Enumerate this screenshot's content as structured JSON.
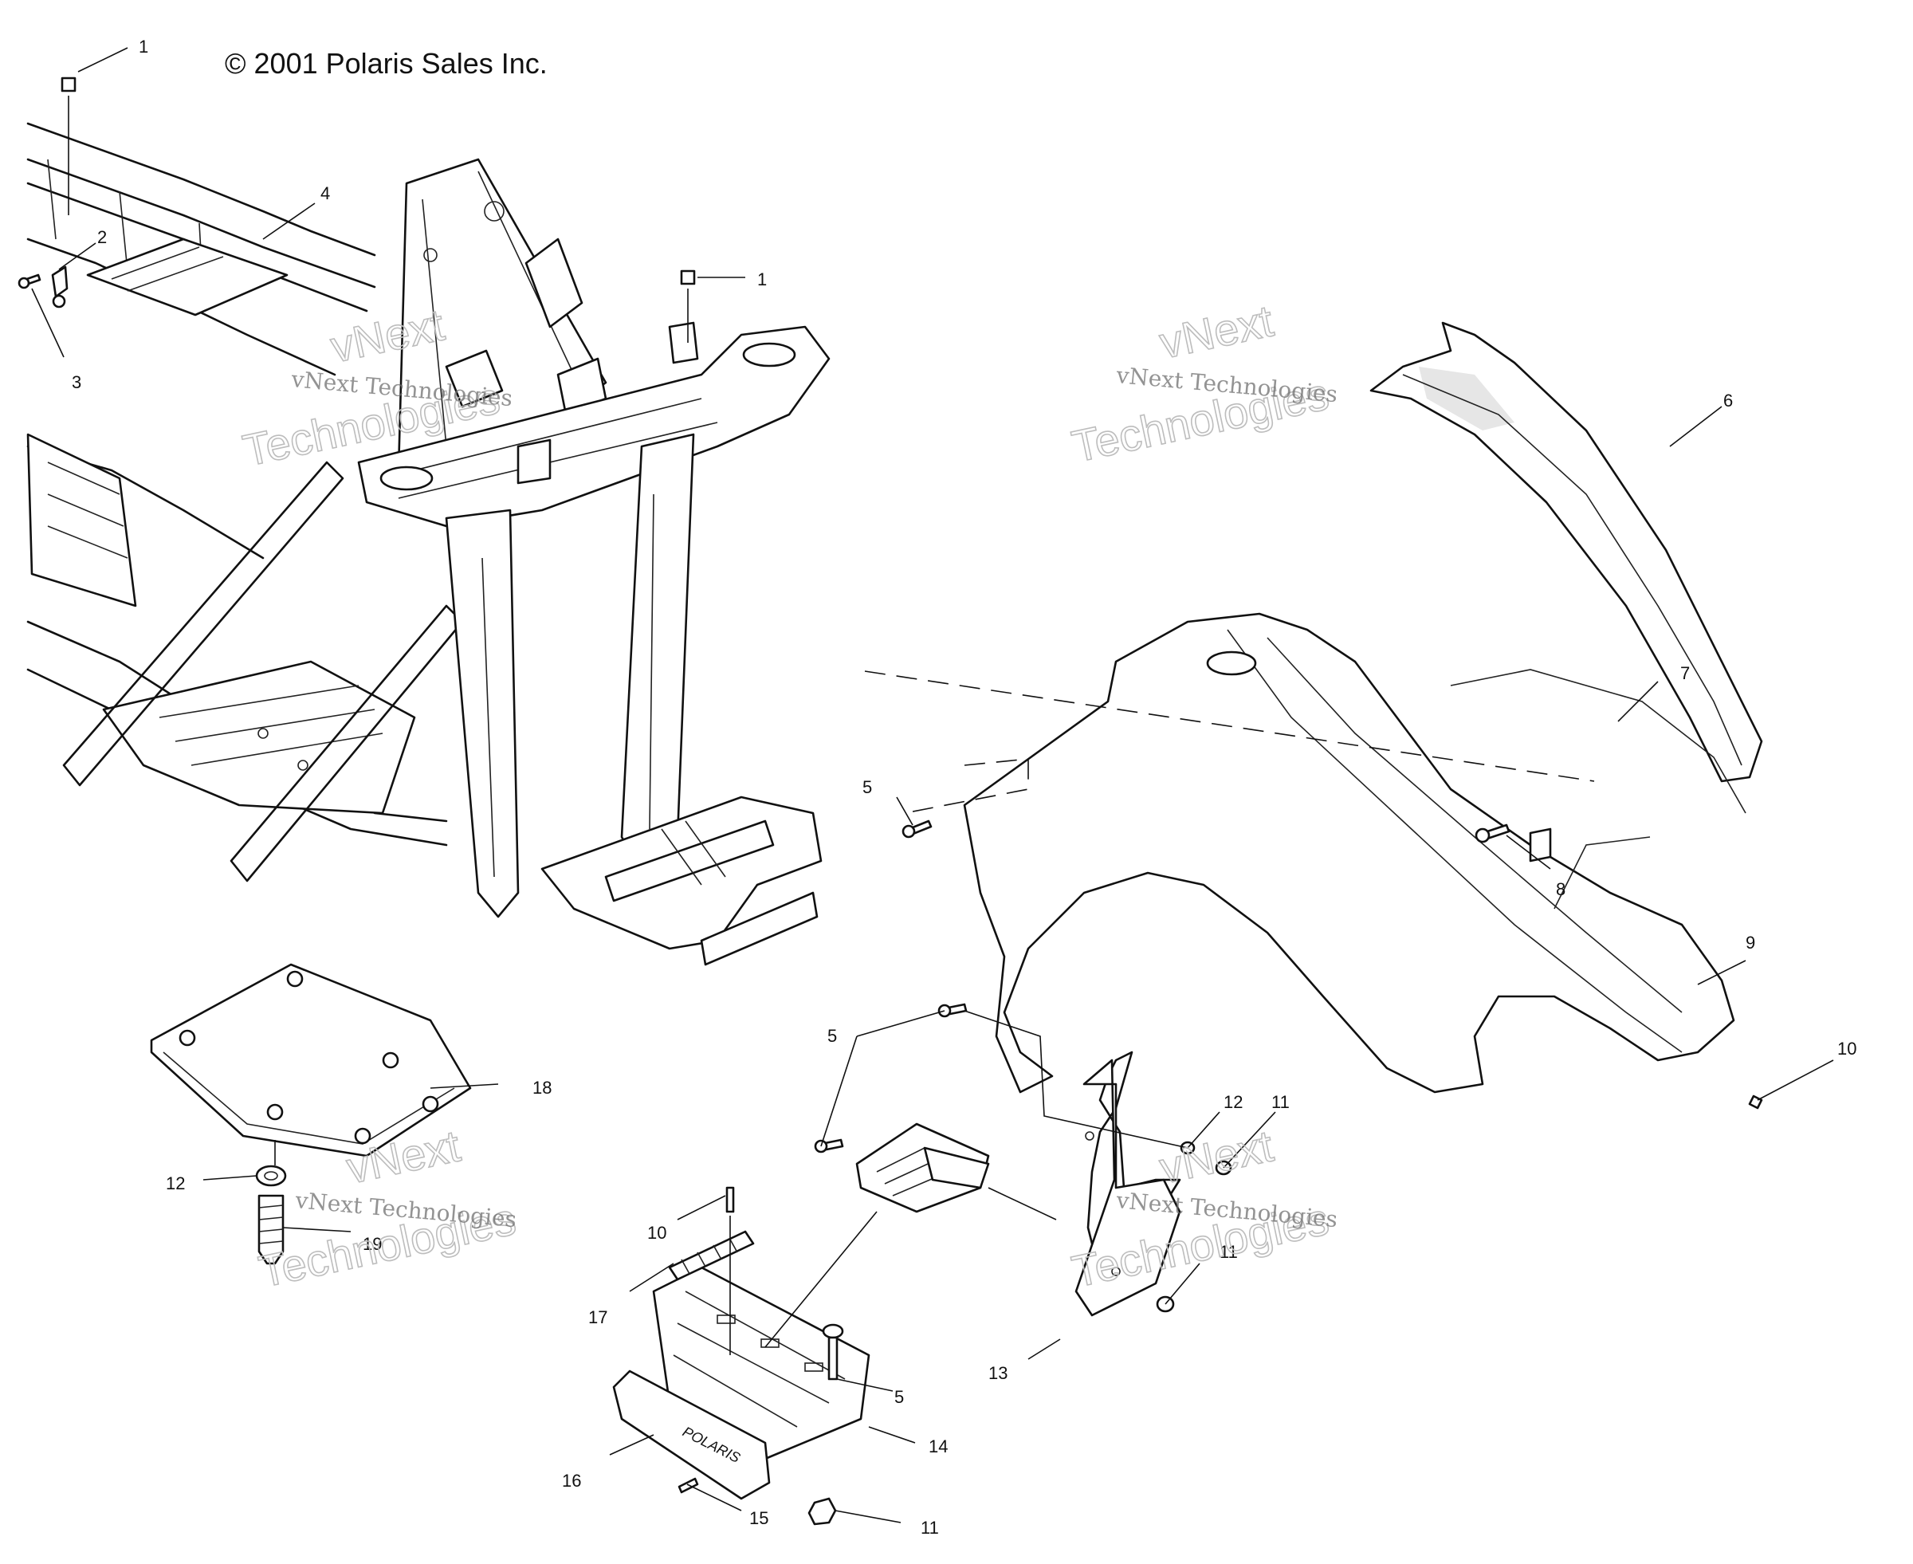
{
  "copyright": "© 2001 Polaris Sales Inc.",
  "watermark": {
    "brand_top": "vNext",
    "brand_line": "vNext Technologies",
    "brand_big": "Technologies"
  },
  "callouts": [
    {
      "id": "c1a",
      "label": "1"
    },
    {
      "id": "c1b",
      "label": "1"
    },
    {
      "id": "c2",
      "label": "2"
    },
    {
      "id": "c3",
      "label": "3"
    },
    {
      "id": "c4",
      "label": "4"
    },
    {
      "id": "c5a",
      "label": "5"
    },
    {
      "id": "c5b",
      "label": "5"
    },
    {
      "id": "c5c",
      "label": "5"
    },
    {
      "id": "c6",
      "label": "6"
    },
    {
      "id": "c7",
      "label": "7"
    },
    {
      "id": "c8",
      "label": "8"
    },
    {
      "id": "c9",
      "label": "9"
    },
    {
      "id": "c10a",
      "label": "10"
    },
    {
      "id": "c10b",
      "label": "10"
    },
    {
      "id": "c11a",
      "label": "11"
    },
    {
      "id": "c11b",
      "label": "11"
    },
    {
      "id": "c11c",
      "label": "11"
    },
    {
      "id": "c12a",
      "label": "12"
    },
    {
      "id": "c12b",
      "label": "12"
    },
    {
      "id": "c13",
      "label": "13"
    },
    {
      "id": "c14",
      "label": "14"
    },
    {
      "id": "c15",
      "label": "15"
    },
    {
      "id": "c16",
      "label": "16"
    },
    {
      "id": "c17",
      "label": "17"
    },
    {
      "id": "c18",
      "label": "18"
    },
    {
      "id": "c19",
      "label": "19"
    }
  ],
  "parts": {
    "footrest_brand": "POLARIS"
  }
}
